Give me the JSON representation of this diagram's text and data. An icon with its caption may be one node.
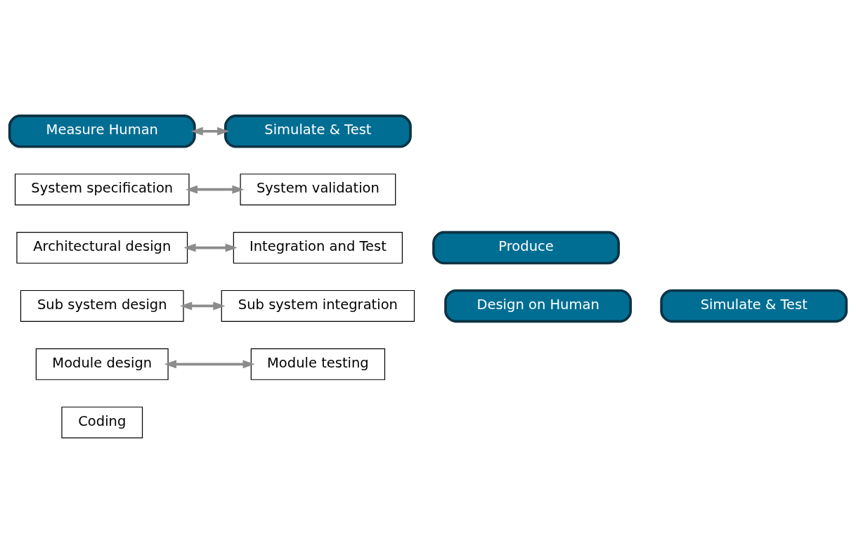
{
  "diagram": {
    "nodes": [
      {
        "text": [
          "Measure Human"
        ]
      },
      {
        "text": [
          "Simulate & Test"
        ]
      },
      {
        "text": [
          "System specification"
        ]
      },
      {
        "text": [
          "System validation"
        ]
      },
      {
        "text": [
          "Produce"
        ]
      },
      {
        "text": [
          "Architectural design"
        ]
      },
      {
        "text": [
          "Integration and Test"
        ]
      },
      {
        "text": [
          "Sub system design"
        ]
      },
      {
        "text": [
          "Sub system integration"
        ]
      },
      {
        "text": [
          "Design on Human"
        ]
      },
      {
        "text": [
          "Simulate & Test"
        ]
      },
      {
        "text": [
          "Module design"
        ]
      },
      {
        "text": [
          "Module testing"
        ]
      },
      {
        "text": [
          "Coding"
        ]
      }
    ],
    "edges": [
      {
        "from": 0,
        "to": 1,
        "arrow": "both"
      },
      {
        "from": 2,
        "to": 3,
        "arrow": "both"
      },
      {
        "from": 5,
        "to": 6,
        "arrow": "both"
      },
      {
        "from": 7,
        "to": 8,
        "arrow": "both"
      },
      {
        "from": 11,
        "to": 12,
        "arrow": "both"
      }
    ]
  }
}
